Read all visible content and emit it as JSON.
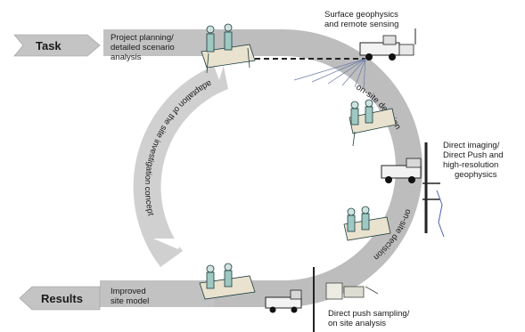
{
  "task_arrow": {
    "label": "Task"
  },
  "results_arrow": {
    "label": "Results"
  },
  "stages": {
    "planning": [
      "Project planning/",
      "detailed scenario",
      "analysis"
    ],
    "improved_model": [
      "Improved",
      "site model"
    ]
  },
  "methods": {
    "surface_geophysics": [
      "Surface geophysics",
      "and remote sensing"
    ],
    "direct_imaging": [
      "Direct  imaging/",
      "Direct Push and",
      "high-resolution",
      "geophysics"
    ],
    "direct_push_sampling": [
      "Direct push sampling/",
      "on site analysis"
    ]
  },
  "cycle_labels": {
    "adaptation": "adaptation of the site investigation concept",
    "decision_1": "on-site decision",
    "decision_2": "on-site decision"
  },
  "colors": {
    "band": "#bdbdbd",
    "arrow": "#c4c4c4",
    "text": "#1a1a1a"
  }
}
